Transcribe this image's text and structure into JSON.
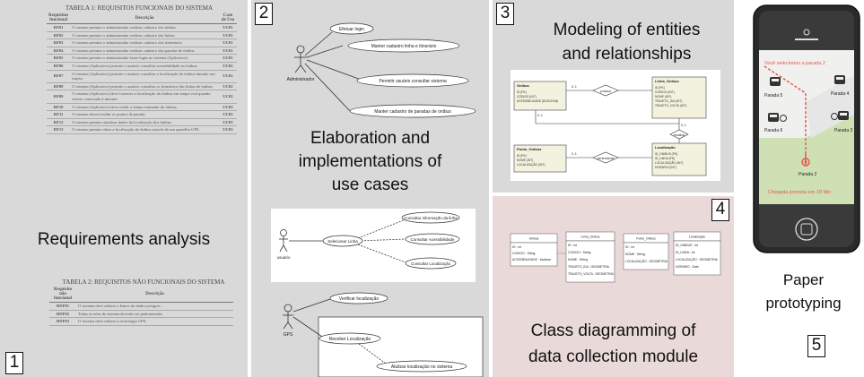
{
  "panel1": {
    "number": "1",
    "title": "Requirements analysis",
    "table1": {
      "caption": "TABELA 1: REQUISITOS FUNCIONAIS DO SISTEMA",
      "headers": [
        "Requisitos funcional",
        "Descrição",
        "Caso de Uso"
      ],
      "rows": [
        [
          "RF01",
          "O sistema permite o administrador realizar cadastro dos ônibus.",
          "UC01"
        ],
        [
          "RF02",
          "O sistema permite o administrador realizar cadastro das linhas.",
          "UC01"
        ],
        [
          "RF03",
          "O sistema permite o administrador realizar cadastro dos itinerários.",
          "UC01"
        ],
        [
          "RF04",
          "O sistema permite o administrador realizar cadastro das paradas de ônibus.",
          "UC01"
        ],
        [
          "RF05",
          "O sistema permite o administrador fazer login no sistema (Aplicativo).",
          "UC01"
        ],
        [
          "RF06",
          "O sistema (Aplicativo) permite o usuário consultar acessibilidade no ônibus.",
          "UC02"
        ],
        [
          "RF07",
          "O sistema (Aplicativo) permite o usuário consultar a localização do ônibus durante seu trajeto.",
          "UC02"
        ],
        [
          "RF08",
          "O sistema (Aplicativo) permite o usuário consultar os itinerários das linhas de ônibus.",
          "UC02"
        ],
        [
          "RF09",
          "O sistema (Aplicativo) deve fornecer a localização do ônibus em tempo real quando estiver conectado à internet.",
          "UC02"
        ],
        [
          "RF10",
          "O sistema (Aplicativo) deve exibir o tempo estimado do ônibus.",
          "UC02"
        ],
        [
          "RF11",
          "O sistema deverá exibir os pontos de parada.",
          "UC02"
        ],
        [
          "RF12",
          "O sistema permite atualizar dados da localização dos ônibus.",
          "UC03"
        ],
        [
          "RF13",
          "O sistema permite obter a localização do ônibus através de um aparelho GPS.",
          "UC03"
        ]
      ]
    },
    "table2": {
      "caption": "TABELA 2: REQUISITOS NÃO FUNCIONAIS DO SISTEMA",
      "headers": [
        "Requisito não funcional",
        "Descrição"
      ],
      "rows": [
        [
          "RNF01",
          "O sistema deve utilizar o banco de dados postgres."
        ],
        [
          "RNF02",
          "Todas as telas do sistema deverão ser padronizadas."
        ],
        [
          "RNF03",
          "O sistema deve utilizar a tecnologia GPS."
        ]
      ]
    }
  },
  "panel2": {
    "number": "2",
    "title_lines": [
      "Elaboration and",
      "implementations of",
      "use cases"
    ],
    "uc1": {
      "actor": "Administrador",
      "cases": [
        "Efetuar login",
        "Manter cadastro linha e itinerário",
        "Permitir usuário consultar sistema",
        "Manter cadastro de paradas de onibus"
      ]
    },
    "uc2": {
      "actor": "usuario",
      "cases": [
        "Selecionar Linha",
        "Consultar informação da linha",
        "Consultar Acessibilidade",
        "Consultar Localização"
      ]
    },
    "uc3": {
      "actor": "GPS",
      "cases": [
        "Verificar localização",
        "Receber Localização",
        "Atulizar localização no sistema"
      ]
    }
  },
  "panel3": {
    "number": "3",
    "title_lines": [
      "Modeling of entities",
      "and relationships"
    ],
    "entities": [
      {
        "name": "Onibus",
        "attrs": [
          "ID (PK)",
          "CODIGO (INT)",
          "ACESSIBILIDADE (BOOLEAN)"
        ]
      },
      {
        "name": "Linha_Onibus",
        "attrs": [
          "ID (PK)",
          "CODIGO (INT)",
          "NOME (INT)",
          "TRAJETO_IDA (INT)",
          "TRAJETO_VOLTA (INT)"
        ]
      },
      {
        "name": "Ponto_Onibus",
        "attrs": [
          "ID (PK)",
          "NOME (INT)",
          "LOCALIZAÇÃO (INT)"
        ]
      },
      {
        "name": "Localização",
        "attrs": [
          "ID_ONIBUS (PK)",
          "ID_LINHA (PK)",
          "LOCALIZAÇÃO (INT)",
          "HORARIO (INT)"
        ]
      }
    ],
    "relationships": [
      "possui",
      "localiza",
      "pertencente"
    ],
    "cardinalities": [
      "0..1",
      "0..1",
      "0..1",
      "0..1"
    ]
  },
  "panel4": {
    "number": "4",
    "title_lines": [
      "Class diagramming of",
      "data collection module"
    ],
    "classes": [
      {
        "name": "Onibus",
        "attrs": [
          "ID : int",
          "CODIGO : String",
          "ACESSIBILIDADE : boolean"
        ]
      },
      {
        "name": "Linha_Onibus",
        "attrs": [
          "ID : int",
          "CODIGO : String",
          "NOME : String",
          "TRAJETO_IDA : GEOMETRIA",
          "TRAJETO_VOLTA : GEOMETRIA"
        ]
      },
      {
        "name": "Ponto_Onibus",
        "attrs": [
          "ID : int",
          "NOME : String",
          "LOCALIZAÇÃO : GEOMETRIA"
        ]
      },
      {
        "name": "Localização",
        "attrs": [
          "ID_ONIBUS : int",
          "ID_LINHA : int",
          "LOCALIZAÇÃO : GEOMETRIA",
          "HORARIO : Date"
        ]
      }
    ]
  },
  "panel5": {
    "number": "5",
    "title_lines": [
      "Paper",
      "prototyping"
    ],
    "phone": {
      "top_text": "Você selecionou a parada 2",
      "stops": [
        "Parada 5",
        "Parada 4",
        "Parada 6",
        "Parada 3",
        "Parada 2"
      ],
      "bottom_text": "Chegada prevista em 18 Min"
    }
  },
  "colors": {
    "panel_gray": "#d9d9d9",
    "panel_pink": "#ead9d9",
    "phone_accent": "#e05a4f"
  }
}
